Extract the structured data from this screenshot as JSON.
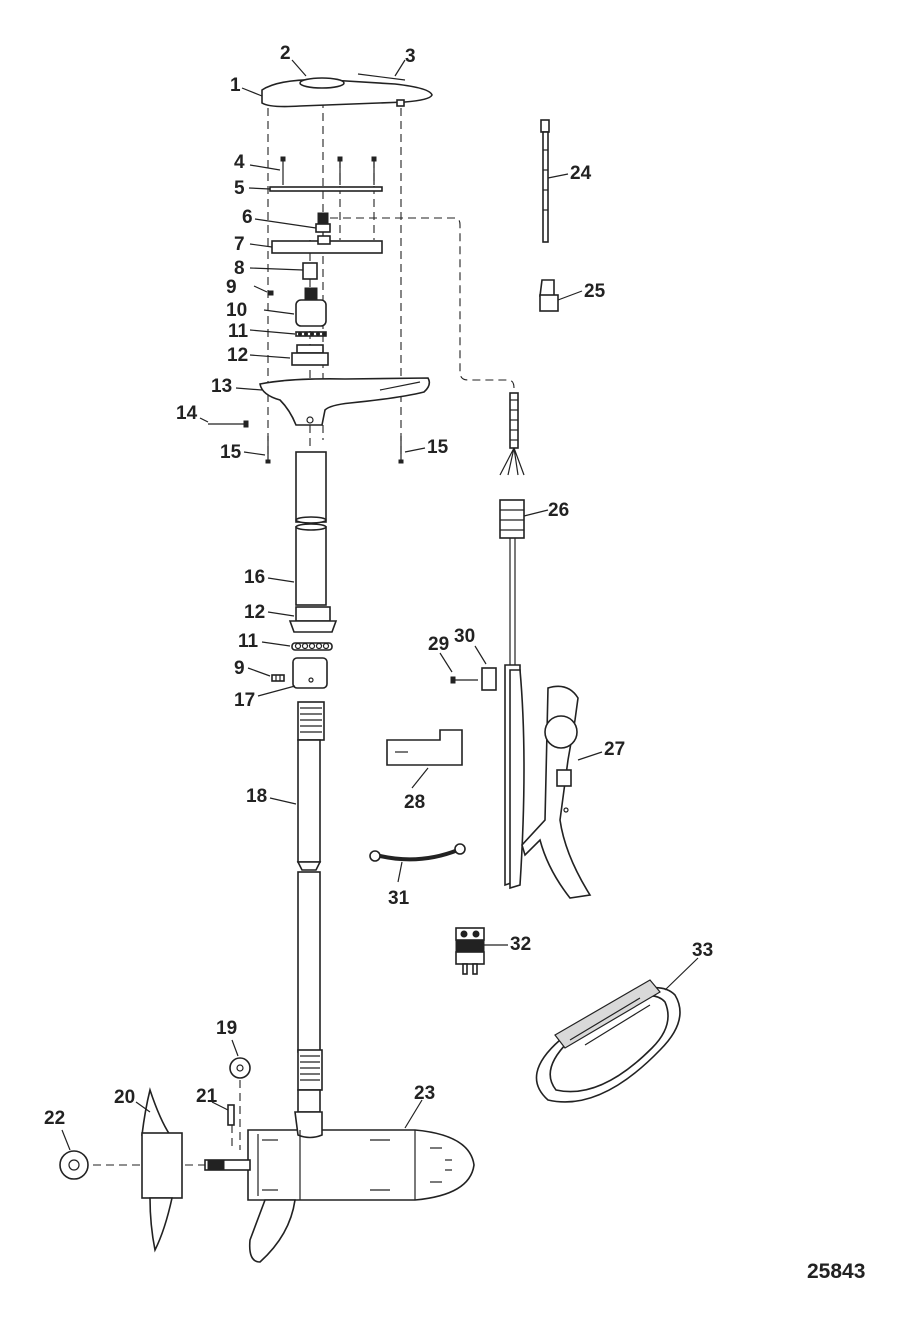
{
  "figure_number": "25843",
  "callouts": {
    "c1": "1",
    "c2": "2",
    "c3": "3",
    "c4": "4",
    "c5": "5",
    "c6": "6",
    "c7": "7",
    "c8": "8",
    "c9a": "9",
    "c10": "10",
    "c11a": "11",
    "c12a": "12",
    "c13": "13",
    "c14": "14",
    "c15a": "15",
    "c15b": "15",
    "c16": "16",
    "c12b": "12",
    "c11b": "11",
    "c9b": "9",
    "c17": "17",
    "c18": "18",
    "c19": "19",
    "c20": "20",
    "c21": "21",
    "c22": "22",
    "c23": "23",
    "c24": "24",
    "c25": "25",
    "c26": "26",
    "c27": "27",
    "c28": "28",
    "c29": "29",
    "c30": "30",
    "c31": "31",
    "c32": "32",
    "c33": "33"
  }
}
